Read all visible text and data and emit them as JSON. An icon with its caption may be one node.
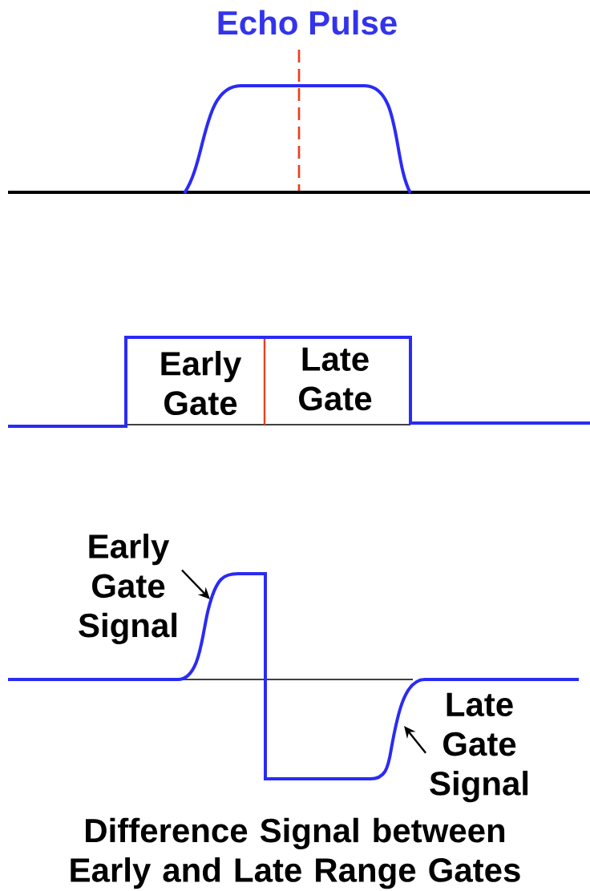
{
  "diagram": {
    "title": "Echo Pulse",
    "caption": "Difference Signal between Early and Late Range Gates",
    "nodes": [
      {
        "text": [
          "Early Gate Signal"
        ]
      },
      {
        "text": [
          "Late Gate Signal"
        ]
      }
    ],
    "edges": [
      {
        "from": 0,
        "to": null,
        "arrow": "to"
      },
      {
        "from": 1,
        "to": null,
        "arrow": "to"
      }
    ],
    "labels": [
      "Early Gate",
      "Late Gate"
    ]
  }
}
